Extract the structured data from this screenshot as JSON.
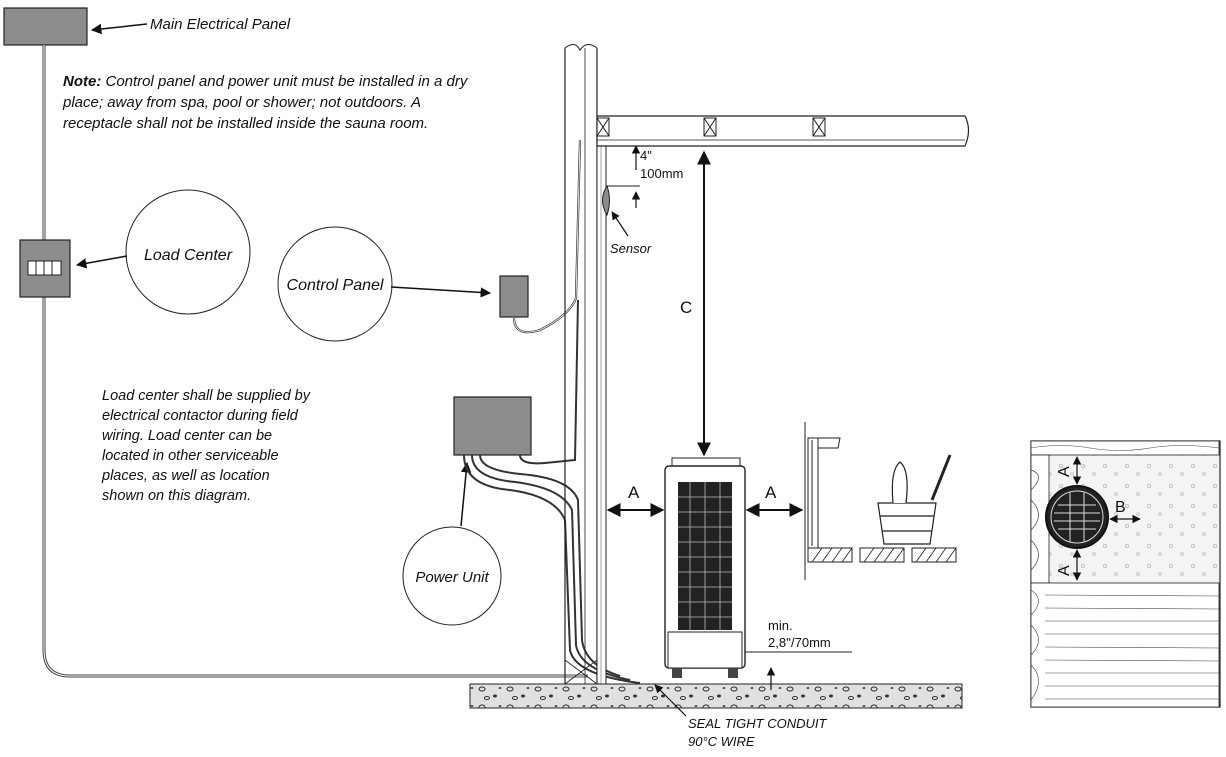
{
  "labels": {
    "main_panel": "Main Electrical Panel",
    "note_bold": "Note:",
    "note_line1": "Control panel and power unit must be installed in a dry",
    "note_line2": "place; away from spa, pool or shower; not outdoors. A",
    "note_line3": "receptacle shall not be installed inside the sauna room.",
    "load_center": "Load Center",
    "control_panel": "Control Panel",
    "power_unit": "Power Unit",
    "sensor": "Sensor",
    "dim_4in": "4\"",
    "dim_100mm": "100mm",
    "dim_c": "C",
    "dim_a_left": "A",
    "dim_a_right": "A",
    "min_label": "min.",
    "min_value": "2,8''/70mm",
    "conduit_line1": "SEAL TIGHT CONDUIT",
    "conduit_line2": "90°C WIRE",
    "inset_a_top": "A",
    "inset_a_bottom": "A",
    "inset_b": "B"
  },
  "paragraph": [
    "Load center shall be supplied by",
    "electrical contactor during field",
    "wiring. Load center can be",
    "located in other serviceable",
    "places, as well as location",
    "shown on this diagram."
  ],
  "colors": {
    "panel_gray": "#8c8c8c",
    "stroke": "#222222",
    "floor": "#dcdcdc"
  }
}
